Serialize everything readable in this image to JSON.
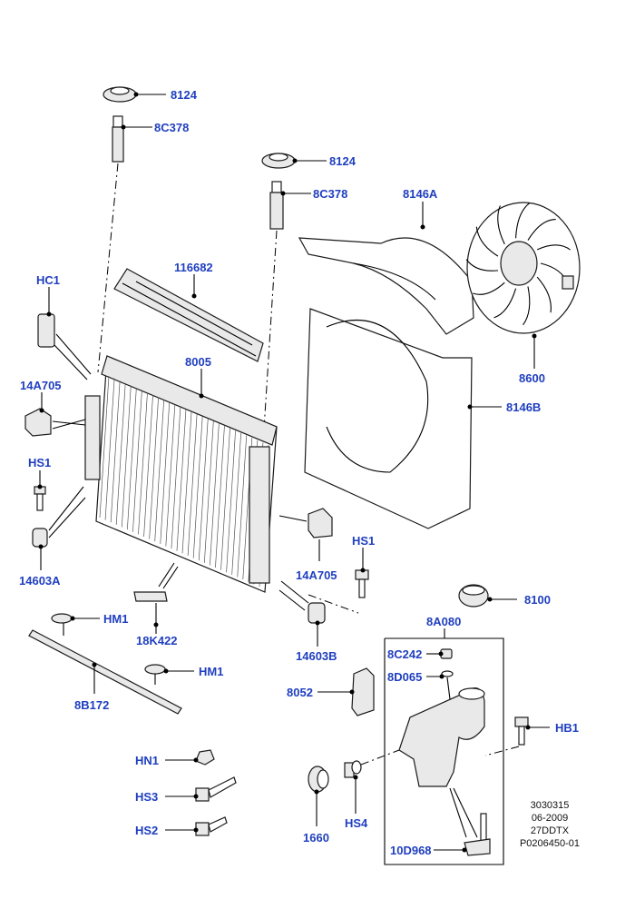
{
  "labels": {
    "cap_top": "8124",
    "rod_top": "8C378",
    "cap_mid": "8124",
    "rod_mid": "8C378",
    "shroud_upper": "8146A",
    "seal_strip": "116682",
    "bracket_hc1": "HC1",
    "radiator": "8005",
    "fan": "8600",
    "bracket_left": "14A705",
    "shroud_lower": "8146B",
    "screw_left": "HS1",
    "mount_left": "14603A",
    "screw_right": "HS1",
    "bracket_right": "14A705",
    "cap_tank": "8100",
    "clip_hm1_a": "HM1",
    "clip_center": "18K422",
    "mount_right": "14603B",
    "tank_assembly": "8A080",
    "plug": "8C242",
    "oring": "8D065",
    "bracket_tank": "8052",
    "bolt_hb1": "HB1",
    "strip_bottom": "8B172",
    "clip_hm1_b": "HM1",
    "nut_hn1": "HN1",
    "screw_hs3": "HS3",
    "pulley": "1660",
    "screw_hs4": "HS4",
    "screw_hs2": "HS2",
    "sensor": "10D968"
  },
  "reference": {
    "line1": "3030315",
    "line2": "06-2009",
    "line3": "27DDTX",
    "line4": "P0206450-01"
  },
  "colors": {
    "label": "#1f3fbf",
    "lines": "#000000"
  }
}
